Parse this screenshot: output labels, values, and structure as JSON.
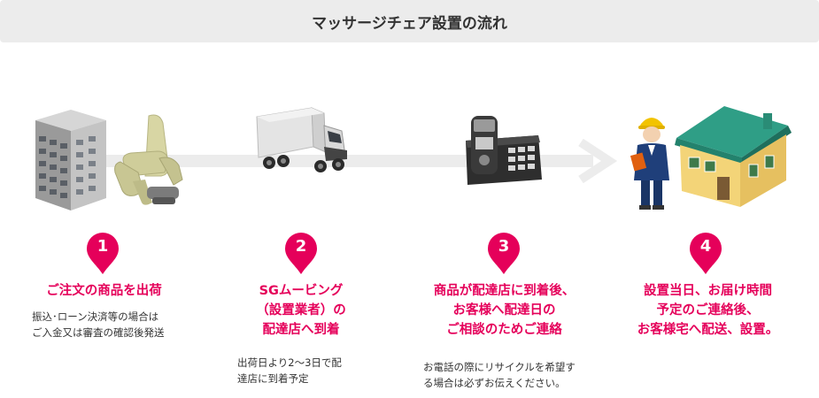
{
  "header": {
    "title": "マッサージチェア設置の流れ"
  },
  "steps": [
    {
      "number": "1",
      "title_lines": [
        "ご注文の商品を出荷"
      ],
      "note_lines": [
        "振込･ローン決済等の場合は",
        "ご入金又は審査の確認後発送"
      ]
    },
    {
      "number": "2",
      "title_lines": [
        "SGムービング",
        "（設置業者）の",
        "配達店へ到着"
      ],
      "note_lines": [
        "出荷日より2～3日で配",
        "達店に到着予定"
      ]
    },
    {
      "number": "3",
      "title_lines": [
        "商品が配達店に到着後、",
        "お客様へ配達日の",
        "ご相談のためご連絡"
      ],
      "note_lines": [
        "お電話の際にリサイクルを希望す",
        "る場合は必ずお伝えください。"
      ]
    },
    {
      "number": "4",
      "title_lines": [
        "設置当日、お届け時間",
        "予定のご連絡後、",
        "お客様宅へ配送、設置。"
      ],
      "note_lines": []
    }
  ],
  "colors": {
    "accent": "#e5005a",
    "title_bar": "#ececec",
    "flow_line": "#ececec"
  },
  "icons": [
    "building-icon",
    "massage-chair-icon",
    "truck-icon",
    "phone-icon",
    "worker-icon",
    "house-icon"
  ]
}
